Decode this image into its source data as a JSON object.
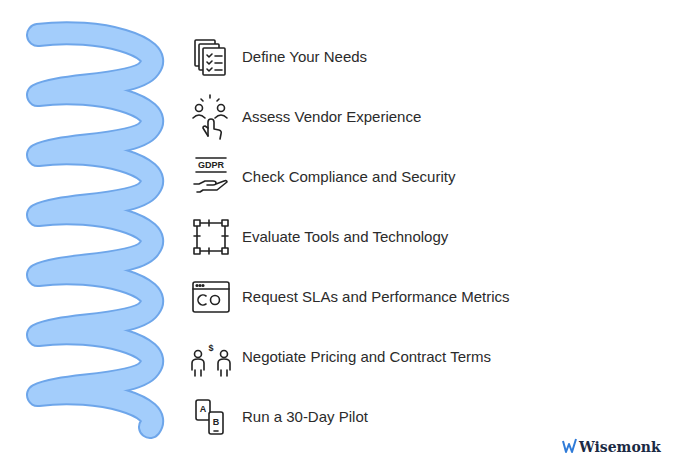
{
  "diagram": {
    "labels": [
      "Define Your Needs",
      "Assess Vendor Experience",
      "GDPR",
      "Check Compliance and Security",
      "Evaluate Tools and Technology",
      "Request SLAs and Performance Metrics",
      "$",
      "Negotiate Pricing and Contract Terms",
      "A",
      "B",
      "Run a 30-Day Pilot",
      "Wisemonk"
    ]
  }
}
